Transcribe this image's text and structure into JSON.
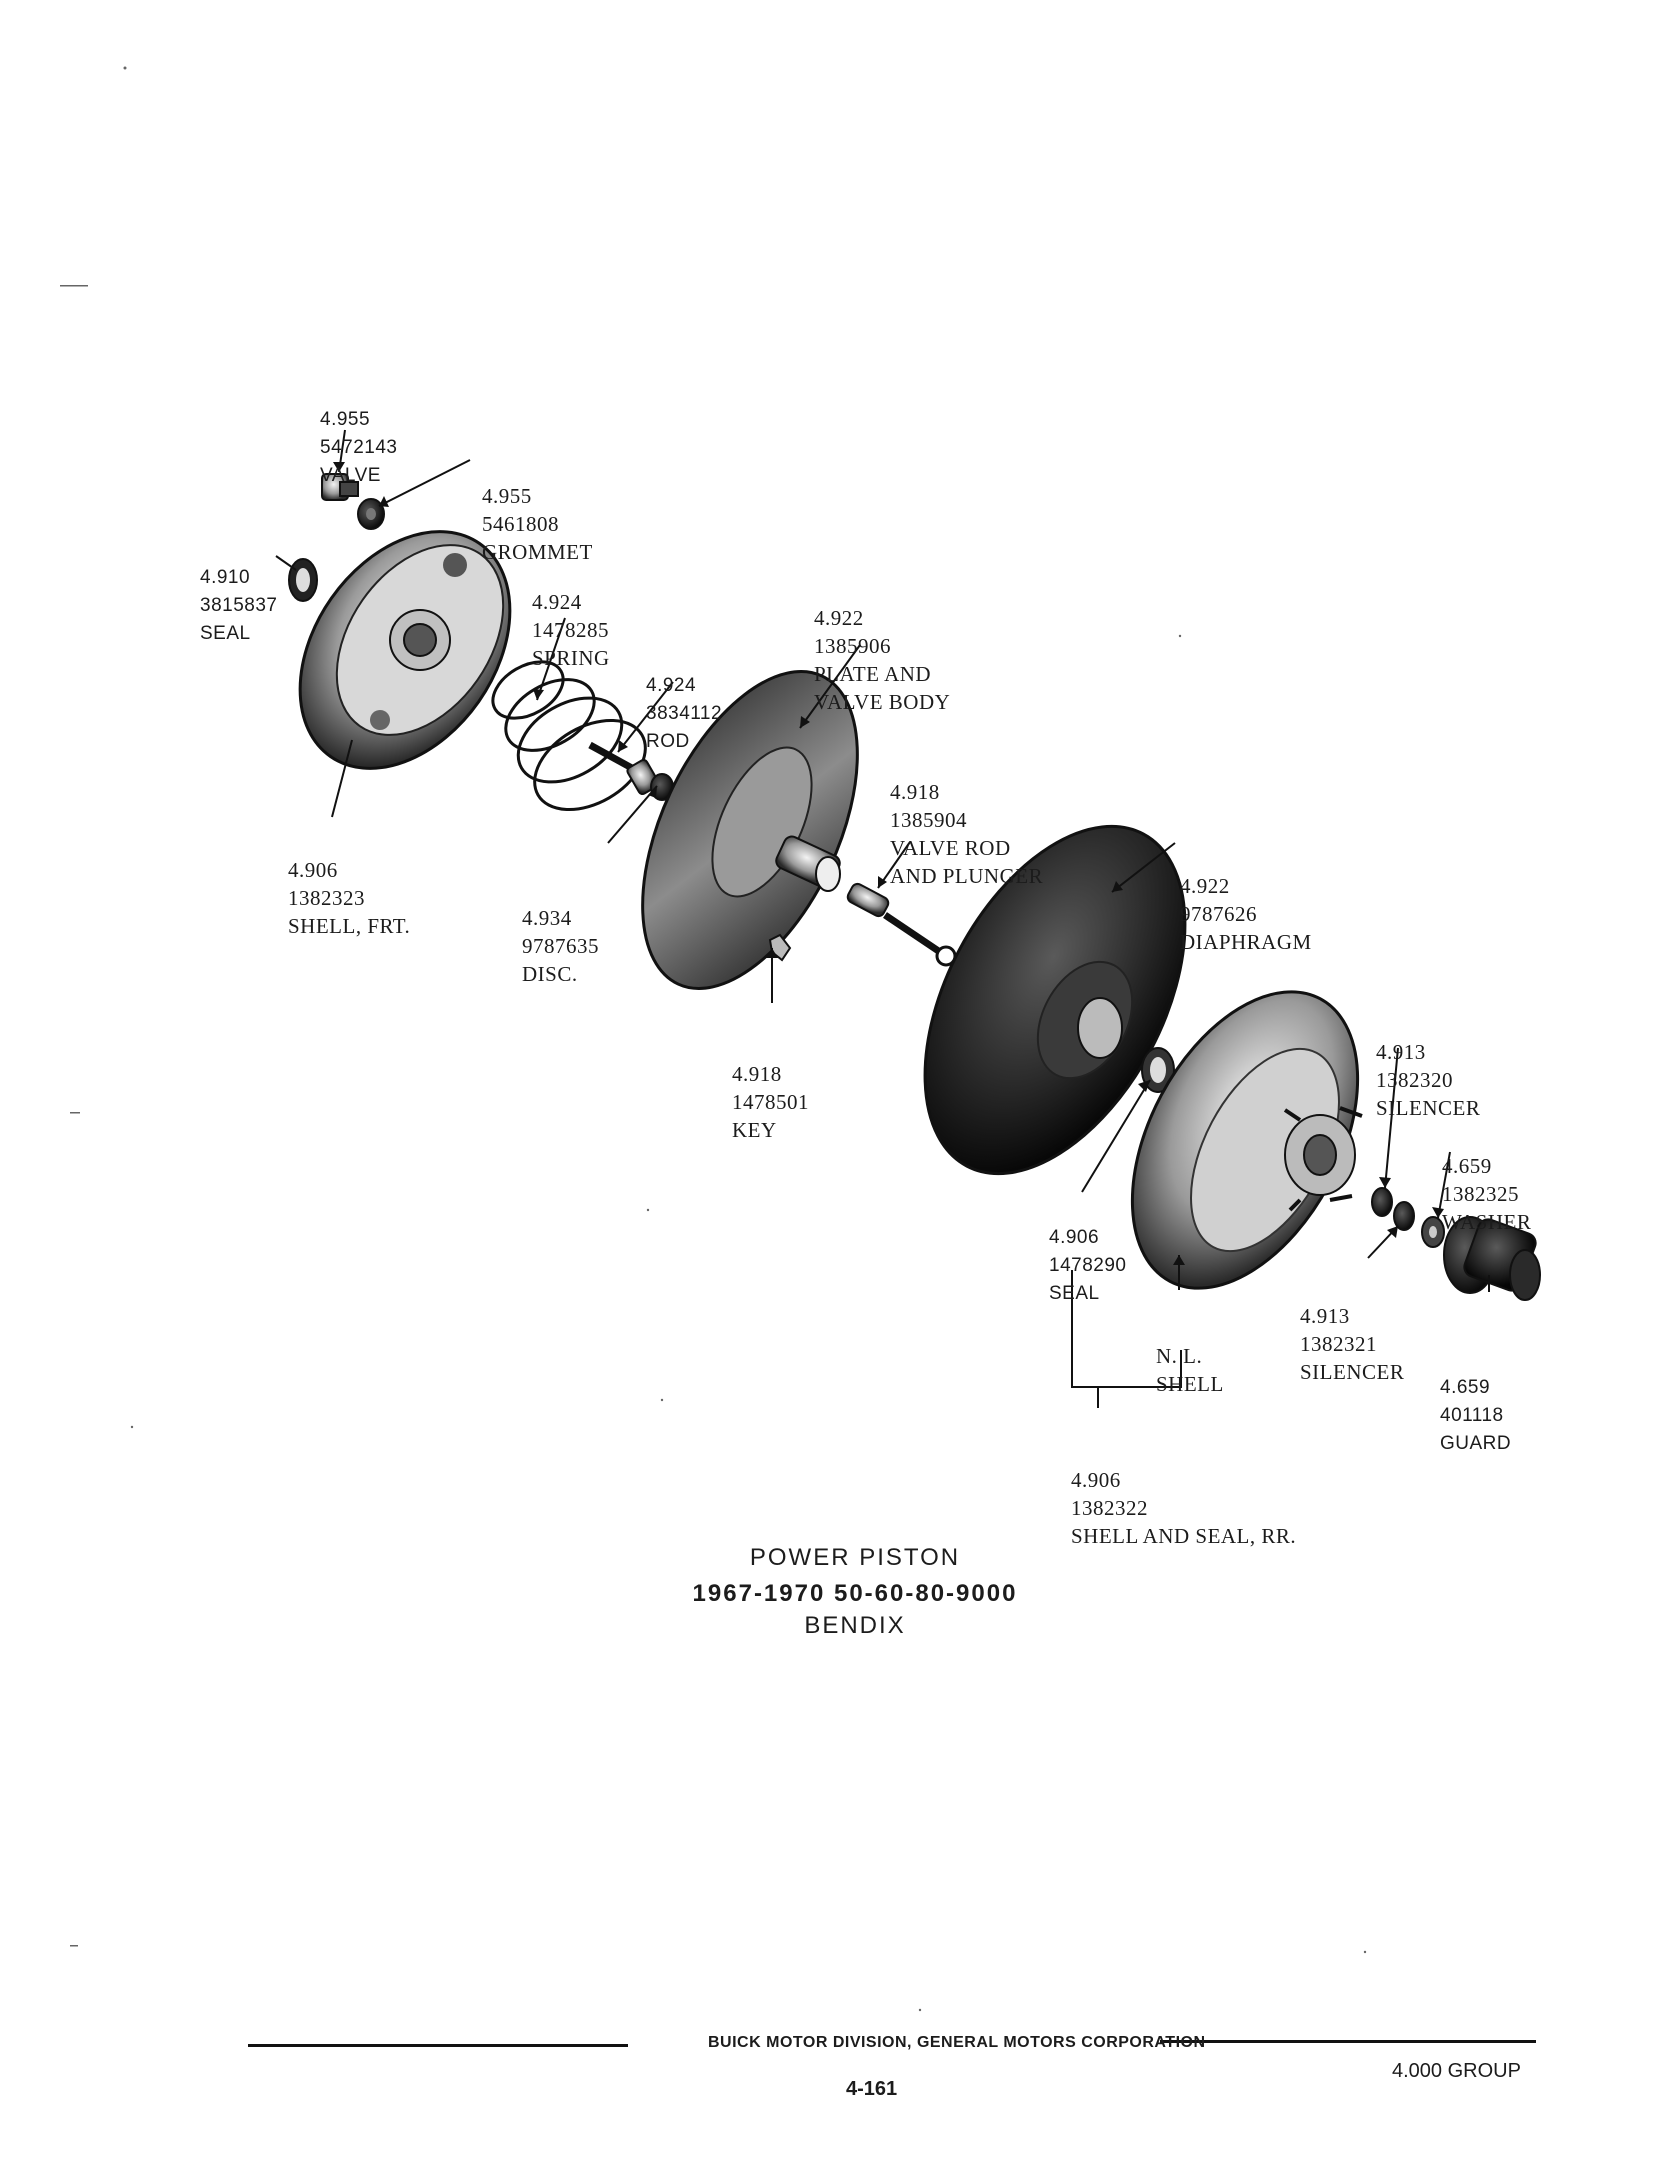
{
  "parts": {
    "valve": {
      "group": "4.955",
      "number": "5472143",
      "name": "VALVE"
    },
    "grommet": {
      "group": "4.955",
      "number": "5461808",
      "name": "GROMMET"
    },
    "seal_front": {
      "group": "4.910",
      "number": "3815837",
      "name": "SEAL"
    },
    "spring": {
      "group": "4.924",
      "number": "1478285",
      "name": "SPRING"
    },
    "rod": {
      "group": "4.924",
      "number": "3834112",
      "name": "ROD"
    },
    "plate_valve_body": {
      "group": "4.922",
      "number": "1385906",
      "name_line1": "PLATE AND",
      "name_line2": "VALVE BODY"
    },
    "shell_front": {
      "group": "4.906",
      "number": "1382323",
      "name": "SHELL, FRT."
    },
    "disc": {
      "group": "4.934",
      "number": "9787635",
      "name": "DISC."
    },
    "valve_rod_plunger": {
      "group": "4.918",
      "number": "1385904",
      "name_line1": "VALVE ROD",
      "name_line2": "AND PLUNGER"
    },
    "diaphragm": {
      "group": "4.922",
      "number": "9787626",
      "name": "DIAPHRAGM"
    },
    "key": {
      "group": "4.918",
      "number": "1478501",
      "name": "KEY"
    },
    "silencer_upper": {
      "group": "4.913",
      "number": "1382320",
      "name": "SILENCER"
    },
    "washer": {
      "group": "4.659",
      "number": "1382325",
      "name": "WASHER"
    },
    "seal_rear": {
      "group": "4.906",
      "number": "1478290",
      "name": "SEAL"
    },
    "nl_shell": {
      "line1": "N. L.",
      "line2": "SHELL"
    },
    "silencer_lower": {
      "group": "4.913",
      "number": "1382321",
      "name": "SILENCER"
    },
    "guard": {
      "group": "4.659",
      "number": "401118",
      "name": "GUARD"
    },
    "shell_seal_rear": {
      "group": "4.906",
      "number": "1382322",
      "name": "SHELL AND SEAL, RR."
    }
  },
  "caption": {
    "title": "POWER PISTON",
    "years": "1967-1970  50-60-80-9000",
    "make": "BENDIX"
  },
  "footer": {
    "division": "BUICK MOTOR DIVISION, GENERAL MOTORS CORPORATION",
    "page": "4-161",
    "group": "4.000 GROUP"
  }
}
